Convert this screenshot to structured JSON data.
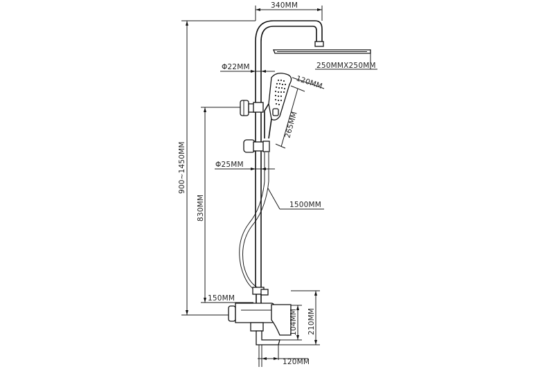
{
  "dimensions": {
    "top_width": "340MM",
    "head_size": "250MMX250MM",
    "pipe_upper": "Φ22MM",
    "handshower_width": "120MM",
    "handshower_length": "265MM",
    "pipe_lower": "Φ25MM",
    "total_height": "900~1450MM",
    "hose_length": "1500MM",
    "mount_height": "830MM",
    "mixer_offset": "150MM",
    "spout_drop": "104MM",
    "mixer_height": "210MM",
    "spout_reach": "120MM"
  }
}
